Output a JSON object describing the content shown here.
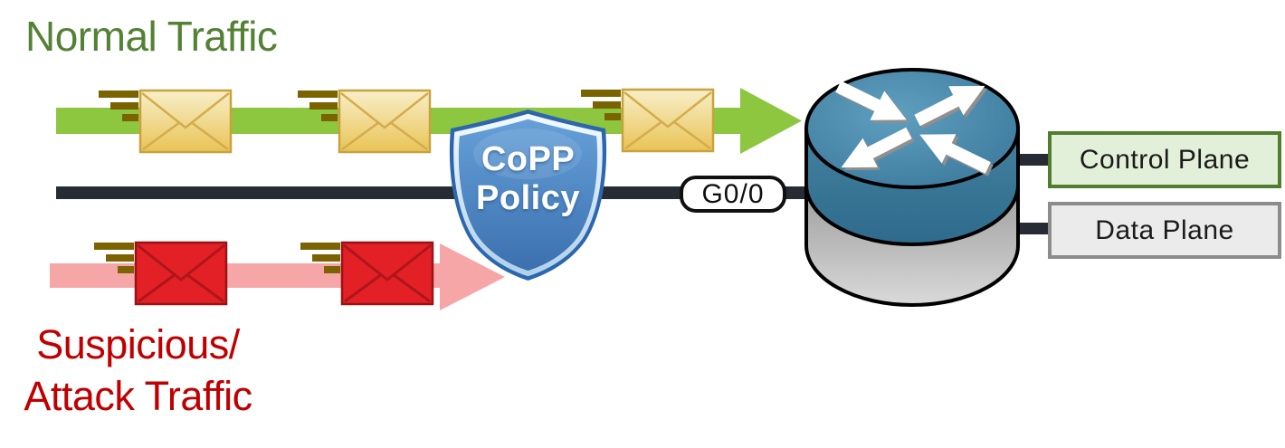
{
  "diagram": {
    "normal_label": "Normal Traffic",
    "attack_label_line1": "Suspicious/",
    "attack_label_line2": "Attack Traffic",
    "shield": {
      "line1": "CoPP",
      "line2": "Policy"
    },
    "interface_label": "G0/0",
    "control_plane_label": "Control Plane",
    "data_plane_label": "Data Plane"
  },
  "icons": {
    "router": "cisco-router-icon",
    "shield": "copp-shield-icon",
    "normal_packet": "yellow-envelope-icon",
    "attack_packet": "red-envelope-icon",
    "speed_lines": "speed-lines-icon",
    "normal_flow": "green-arrow",
    "attack_flow": "pink-arrow",
    "wire": "black-link-line"
  },
  "colors": {
    "normal_text": "#538135",
    "attack_text": "#C00000",
    "green_arrow": "#8DC63F",
    "pink_arrow": "#F6A6A6",
    "black_line": "#272C34",
    "shield_fill": "#4C88CB",
    "shield_border": "#2C67AE",
    "shield_ring": "#D9EAF8",
    "yellow_envelope": "#EFD27A",
    "yellow_envelope_border": "#C8A23D",
    "red_envelope": "#E22026",
    "red_envelope_border": "#9A1215",
    "speed_line": "#7A6300",
    "router_top": "#44829F",
    "router_base": "#C2C2C2",
    "control_plane_fill": "#E3F0D9",
    "control_plane_border": "#4F7F2E",
    "data_plane_fill": "#EBEBEB",
    "data_plane_border": "#8C8C8C",
    "interface_badge_bg": "#FFFFFF"
  }
}
